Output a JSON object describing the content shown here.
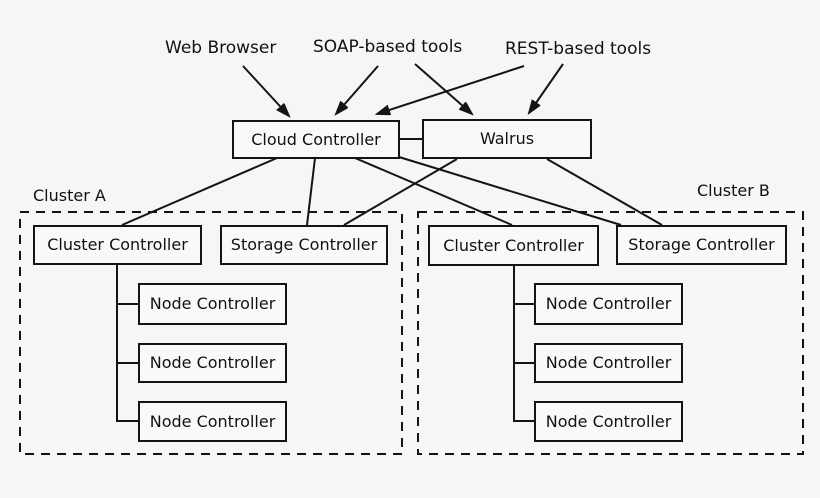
{
  "colors": {
    "background": "#f5f6f5",
    "box_fill": "#f9f9f9",
    "stroke": "#141414"
  },
  "clients": {
    "web_browser": "Web Browser",
    "soap_tools": "SOAP-based tools",
    "rest_tools": "REST-based tools"
  },
  "core": {
    "cloud_controller": "Cloud Controller",
    "walrus": "Walrus"
  },
  "cluster_a": {
    "label": "Cluster A",
    "cluster_controller": "Cluster Controller",
    "storage_controller": "Storage Controller",
    "node_controllers": [
      "Node Controller",
      "Node Controller",
      "Node Controller"
    ]
  },
  "cluster_b": {
    "label": "Cluster B",
    "cluster_controller": "Cluster Controller",
    "storage_controller": "Storage Controller",
    "node_controllers": [
      "Node Controller",
      "Node Controller",
      "Node Controller"
    ]
  },
  "edges": [
    {
      "from": "Web Browser",
      "to": "Cloud Controller",
      "kind": "arrow"
    },
    {
      "from": "SOAP-based tools",
      "to": "Cloud Controller",
      "kind": "arrow"
    },
    {
      "from": "SOAP-based tools",
      "to": "Walrus",
      "kind": "arrow"
    },
    {
      "from": "REST-based tools",
      "to": "Cloud Controller",
      "kind": "arrow"
    },
    {
      "from": "REST-based tools",
      "to": "Walrus",
      "kind": "arrow"
    },
    {
      "from": "Cloud Controller",
      "to": "Walrus",
      "kind": "line"
    },
    {
      "from": "Cloud Controller",
      "to": "Cluster Controller (Cluster A)",
      "kind": "line"
    },
    {
      "from": "Cloud Controller",
      "to": "Storage Controller (Cluster A)",
      "kind": "line"
    },
    {
      "from": "Cloud Controller",
      "to": "Cluster Controller (Cluster B)",
      "kind": "line"
    },
    {
      "from": "Cloud Controller",
      "to": "Storage Controller (Cluster B)",
      "kind": "line"
    },
    {
      "from": "Walrus",
      "to": "Storage Controller (Cluster A)",
      "kind": "line"
    },
    {
      "from": "Walrus",
      "to": "Storage Controller (Cluster B)",
      "kind": "line"
    },
    {
      "from": "Cluster Controller (Cluster A)",
      "to": "Node Controllers (Cluster A)",
      "kind": "tree"
    },
    {
      "from": "Cluster Controller (Cluster B)",
      "to": "Node Controllers (Cluster B)",
      "kind": "tree"
    }
  ]
}
